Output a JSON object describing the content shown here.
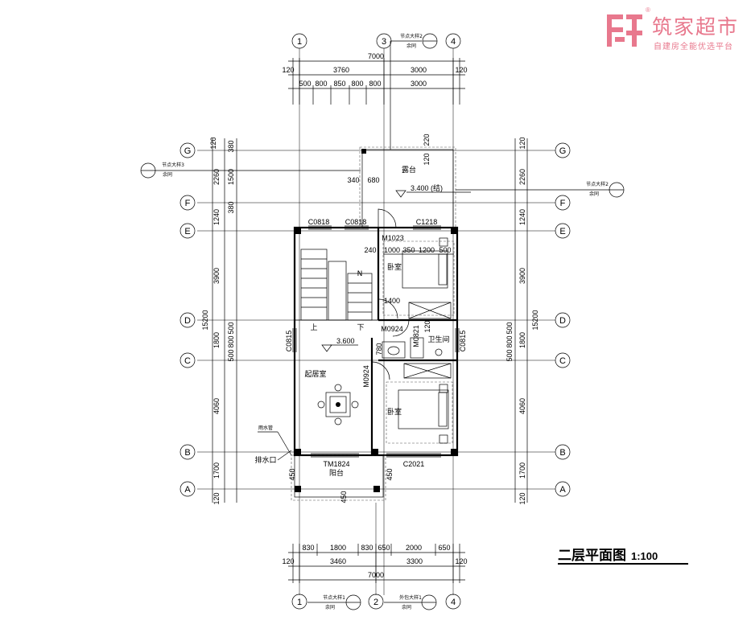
{
  "logo": {
    "brand": "筑家超市",
    "tagline": "自建房全能优选平台",
    "reg": "®"
  },
  "title": {
    "main": "二层平面图",
    "scale": "1:100"
  },
  "axes": {
    "col_1": "1",
    "col_2": "2",
    "col_3": "3",
    "col_4": "4",
    "row_A": "A",
    "row_B": "B",
    "row_C": "C",
    "row_D": "D",
    "row_E": "E",
    "row_F": "F",
    "row_G": "G"
  },
  "dims": {
    "total_w": "7000",
    "top_3760": "3760",
    "top_3000": "3000",
    "e120": "120",
    "t500": "500",
    "t800a": "800",
    "t850": "850",
    "t800b": "800",
    "t800c": "800",
    "t3000b": "3000",
    "b830a": "830",
    "b1800": "1800",
    "b830b": "830",
    "b650a": "650",
    "b2000": "2000",
    "b650b": "650",
    "b3460": "3460",
    "b3300": "3300",
    "l380": "380",
    "l2260": "2260",
    "l1500": "1500",
    "l380b": "380",
    "l1240": "1240",
    "l3900": "3900",
    "l500": "500",
    "l1800": "1800",
    "l800": "800",
    "l500b": "500",
    "l4060": "4060",
    "l1700": "1700",
    "l15200": "15200",
    "i220": "220",
    "i340": "340",
    "i680": "680",
    "i240": "240",
    "i1000": "1000",
    "i350": "350",
    "i1200": "1200",
    "i500": "500",
    "i1400": "1400",
    "i120": "120",
    "i780": "780",
    "i450a": "450",
    "i450b": "450",
    "i450c": "450"
  },
  "openings": {
    "c0818a": "C0818",
    "c0818b": "C0818",
    "c1218": "C1218",
    "m1023": "M1023",
    "m0924a": "M0924",
    "m0924b": "M0924",
    "m0821": "M0821",
    "c0815a": "C0815",
    "c0815b": "C0815",
    "tm1824": "TM1824",
    "c2021": "C2021"
  },
  "rooms": {
    "terrace": "露台",
    "bedroom1": "卧室",
    "bedroom2": "卧室",
    "living": "起居室",
    "bath": "卫生间",
    "balcony": "阳台",
    "up": "上",
    "down": "下",
    "n": "N"
  },
  "levels": {
    "terrace": "3.400 (结)",
    "floor": "3.600"
  },
  "notes": {
    "detail_top_a": "节点大样2",
    "detail_top_b": "余同",
    "detail_left_a": "节点大样3",
    "detail_left_b": "余同",
    "detail_right_a": "节点大样2",
    "detail_right_b": "余同",
    "detail_bot1_a": "节点大样1",
    "detail_bot1_b": "余同",
    "detail_bot2_a": "外包大样1",
    "detail_bot2_b": "余同",
    "rain_pipe": "雨水管",
    "drain": "排水口"
  }
}
